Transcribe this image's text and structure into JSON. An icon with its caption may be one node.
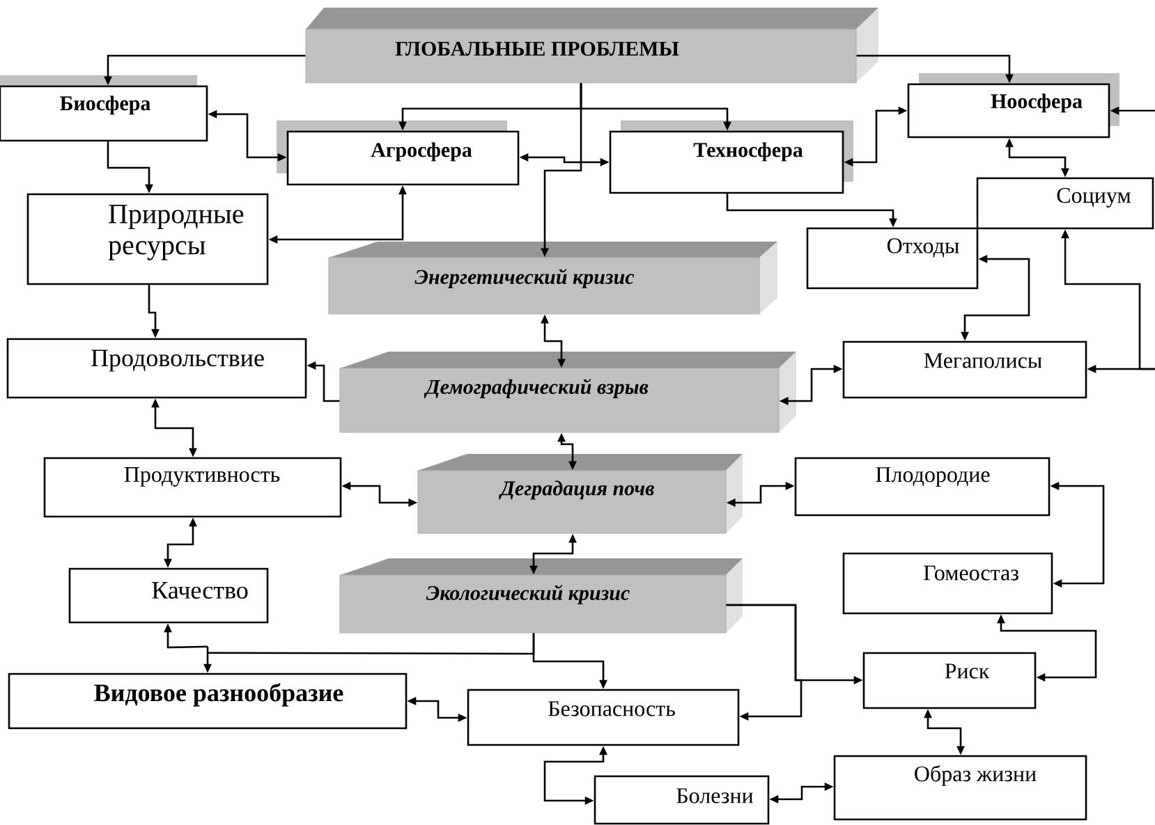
{
  "diagram": {
    "nodes": [
      {
        "text": [
          "ГЛОБАЛЬНЫЕ ПРОБЛЕМЫ"
        ]
      },
      {
        "text": [
          "Биосфера"
        ]
      },
      {
        "text": [
          "Агросфера"
        ]
      },
      {
        "text": [
          "Техносфера"
        ]
      },
      {
        "text": [
          "Ноосфера"
        ]
      },
      {
        "text": [
          "Природные ресурсы"
        ]
      },
      {
        "text": [
          "Социум"
        ]
      },
      {
        "text": [
          "Отходы"
        ]
      },
      {
        "text": [
          "Энергетический кризис"
        ]
      },
      {
        "text": [
          "Продовольствие"
        ]
      },
      {
        "text": [
          "Демографический взрыв"
        ]
      },
      {
        "text": [
          "Мегаполисы"
        ]
      },
      {
        "text": [
          "Продуктивность"
        ]
      },
      {
        "text": [
          "Деградация почв"
        ]
      },
      {
        "text": [
          "Плодородие"
        ]
      },
      {
        "text": [
          "Качество"
        ]
      },
      {
        "text": [
          "Экологический кризис"
        ]
      },
      {
        "text": [
          "Гомеостаз"
        ]
      },
      {
        "text": [
          "Риск"
        ]
      },
      {
        "text": [
          "Видовое разнообразие"
        ]
      },
      {
        "text": [
          "Безопасность"
        ]
      },
      {
        "text": [
          "Болезни"
        ]
      },
      {
        "text": [
          "Образ жизни"
        ]
      }
    ],
    "edges": [
      {
        "from": 0,
        "to": 1,
        "arrow": "to"
      },
      {
        "from": 0,
        "to": 4,
        "arrow": "to"
      },
      {
        "from": 0,
        "to": 2,
        "arrow": "to"
      },
      {
        "from": 0,
        "to": 3,
        "arrow": "to"
      },
      {
        "from": 0,
        "to": 8,
        "arrow": "to"
      },
      {
        "from": 1,
        "to": 2,
        "arrow": "both"
      },
      {
        "from": 1,
        "to": 5,
        "arrow": "to"
      },
      {
        "from": 2,
        "to": 3,
        "arrow": "both"
      },
      {
        "from": 5,
        "to": 2,
        "arrow": "both"
      },
      {
        "from": 3,
        "to": 4,
        "arrow": "both"
      },
      {
        "from": 3,
        "to": 7,
        "arrow": "to"
      },
      {
        "from": 4,
        "to": 6,
        "arrow": "both"
      },
      {
        "from": null,
        "to": 4,
        "arrow": "to"
      },
      {
        "from": 7,
        "to": 11,
        "arrow": "both"
      },
      {
        "from": null,
        "to": 11,
        "arrow": "to"
      },
      {
        "from": null,
        "to": 6,
        "arrow": "to"
      },
      {
        "from": 5,
        "to": 9,
        "arrow": "to"
      },
      {
        "from": 8,
        "to": 10,
        "arrow": "both"
      },
      {
        "from": 10,
        "to": 9,
        "arrow": "to"
      },
      {
        "from": 10,
        "to": 11,
        "arrow": "both"
      },
      {
        "from": 10,
        "to": 13,
        "arrow": "both"
      },
      {
        "from": 9,
        "to": 12,
        "arrow": "both"
      },
      {
        "from": 12,
        "to": 13,
        "arrow": "both"
      },
      {
        "from": 13,
        "to": 14,
        "arrow": "both"
      },
      {
        "from": 12,
        "to": 15,
        "arrow": "both"
      },
      {
        "from": 13,
        "to": 16,
        "arrow": "both"
      },
      {
        "from": 14,
        "to": 17,
        "arrow": "both"
      },
      {
        "from": 15,
        "to": 19,
        "arrow": "both"
      },
      {
        "from": 16,
        "to": 19,
        "arrow": "to"
      },
      {
        "from": 16,
        "to": 20,
        "arrow": "to"
      },
      {
        "from": 16,
        "to": 18,
        "arrow": "to"
      },
      {
        "from": 16,
        "to": 20,
        "arrow": "to"
      },
      {
        "from": 17,
        "to": 18,
        "arrow": "both"
      },
      {
        "from": 18,
        "to": 22,
        "arrow": "both"
      },
      {
        "from": 19,
        "to": 20,
        "arrow": "both"
      },
      {
        "from": 20,
        "to": 21,
        "arrow": "both"
      },
      {
        "from": 21,
        "to": 22,
        "arrow": "both"
      }
    ]
  }
}
